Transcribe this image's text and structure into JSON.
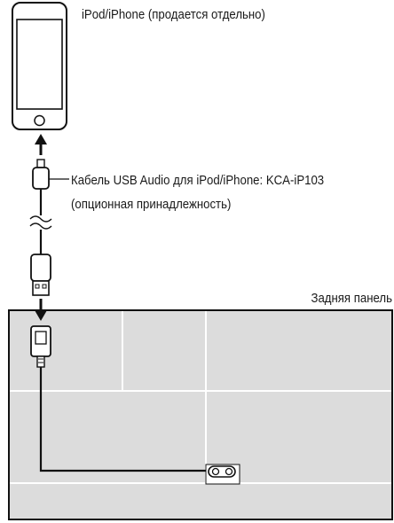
{
  "labels": {
    "iphone": "iPod/iPhone (продается отдельно)",
    "cable_line1": "Кабель USB Audio для iPod/iPhone: KCA-iP103",
    "cable_line2": "(опционная принадлежность)",
    "rear_panel": "Задняя панель"
  },
  "icons": {
    "phone": "smartphone-icon",
    "lightning_plug": "lightning-connector-icon",
    "usb_plug": "usb-a-plug-icon",
    "usb_port": "usb-port-icon",
    "arrow_up": "arrow-up-icon",
    "arrow_down": "arrow-down-icon",
    "cable_break": "cable-break-icon",
    "rear_socket": "rear-usb-socket-icon"
  },
  "colors": {
    "panel_fill": "#dcdcdc",
    "panel_line": "#ffffff",
    "outline": "#111111"
  }
}
